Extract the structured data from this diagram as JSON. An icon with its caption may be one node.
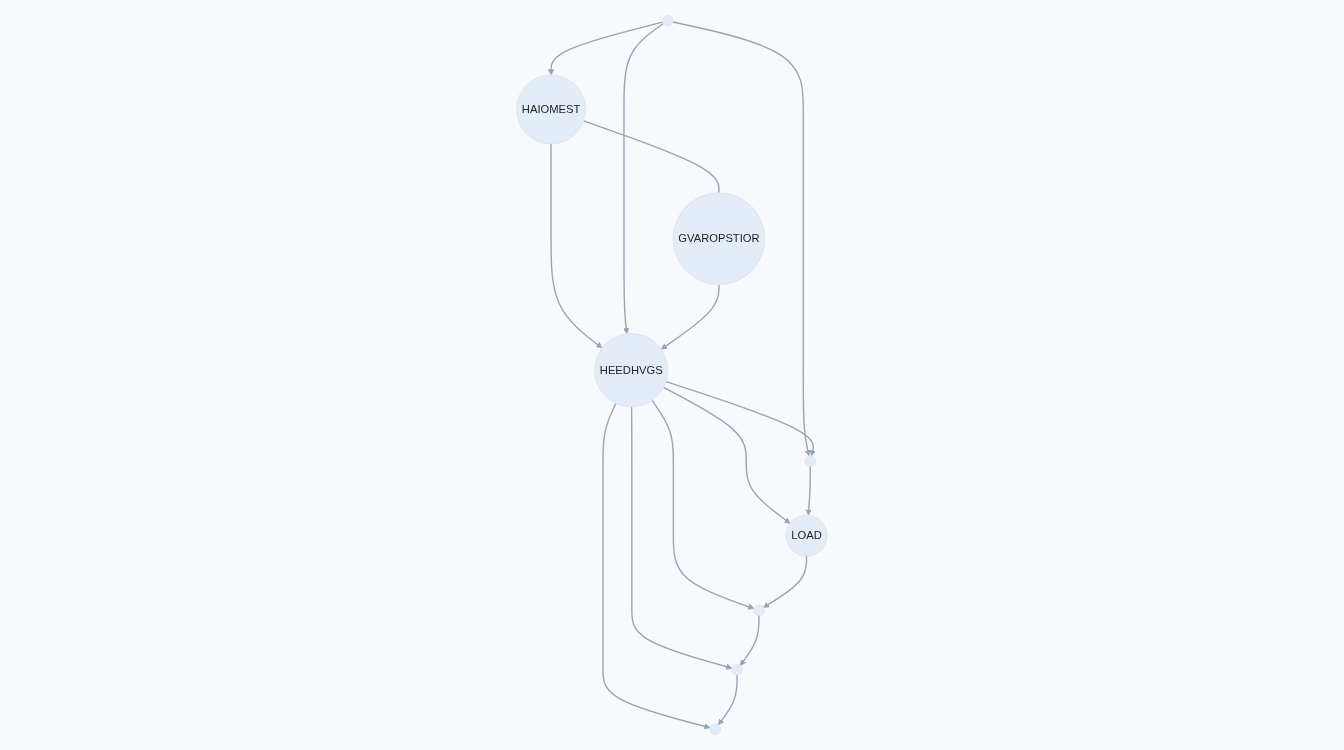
{
  "diagram": {
    "nodes": [
      {
        "text": [
          "HAIOMEST"
        ]
      },
      {
        "text": [],
        "shape": "circle"
      },
      {
        "text": [],
        "shape": "circle"
      },
      {
        "text": [
          "GVAROPSTIOR"
        ]
      },
      {
        "text": [
          "HEEDHVGS"
        ]
      },
      {
        "text": [
          "LOAD"
        ]
      },
      {
        "text": [],
        "shape": "circle"
      },
      {
        "text": [],
        "shape": "circle"
      },
      {
        "text": [],
        "shape": "circle"
      }
    ],
    "edges": [
      {
        "from": 1,
        "to": 0,
        "arrow": "to"
      },
      {
        "from": 1,
        "to": 2,
        "arrow": "to"
      },
      {
        "from": 0,
        "to": 4,
        "arrow": "to"
      },
      {
        "from": 1,
        "to": 4,
        "arrow": "to"
      },
      {
        "from": 4,
        "to": 2,
        "arrow": "to"
      },
      {
        "from": 0,
        "to": 3,
        "arrow": "none"
      },
      {
        "from": 3,
        "to": 4,
        "arrow": "to"
      },
      {
        "from": 4,
        "to": 5,
        "arrow": "to"
      },
      {
        "from": 2,
        "to": 5,
        "arrow": "to"
      },
      {
        "from": 4,
        "to": 6,
        "arrow": "to"
      },
      {
        "from": 4,
        "to": 7,
        "arrow": "to"
      },
      {
        "from": 4,
        "to": 8,
        "arrow": "to"
      },
      {
        "from": 5,
        "to": 8,
        "arrow": "to"
      },
      {
        "from": 7,
        "to": 6,
        "arrow": "to"
      },
      {
        "from": 8,
        "to": 7,
        "arrow": "to"
      }
    ]
  }
}
